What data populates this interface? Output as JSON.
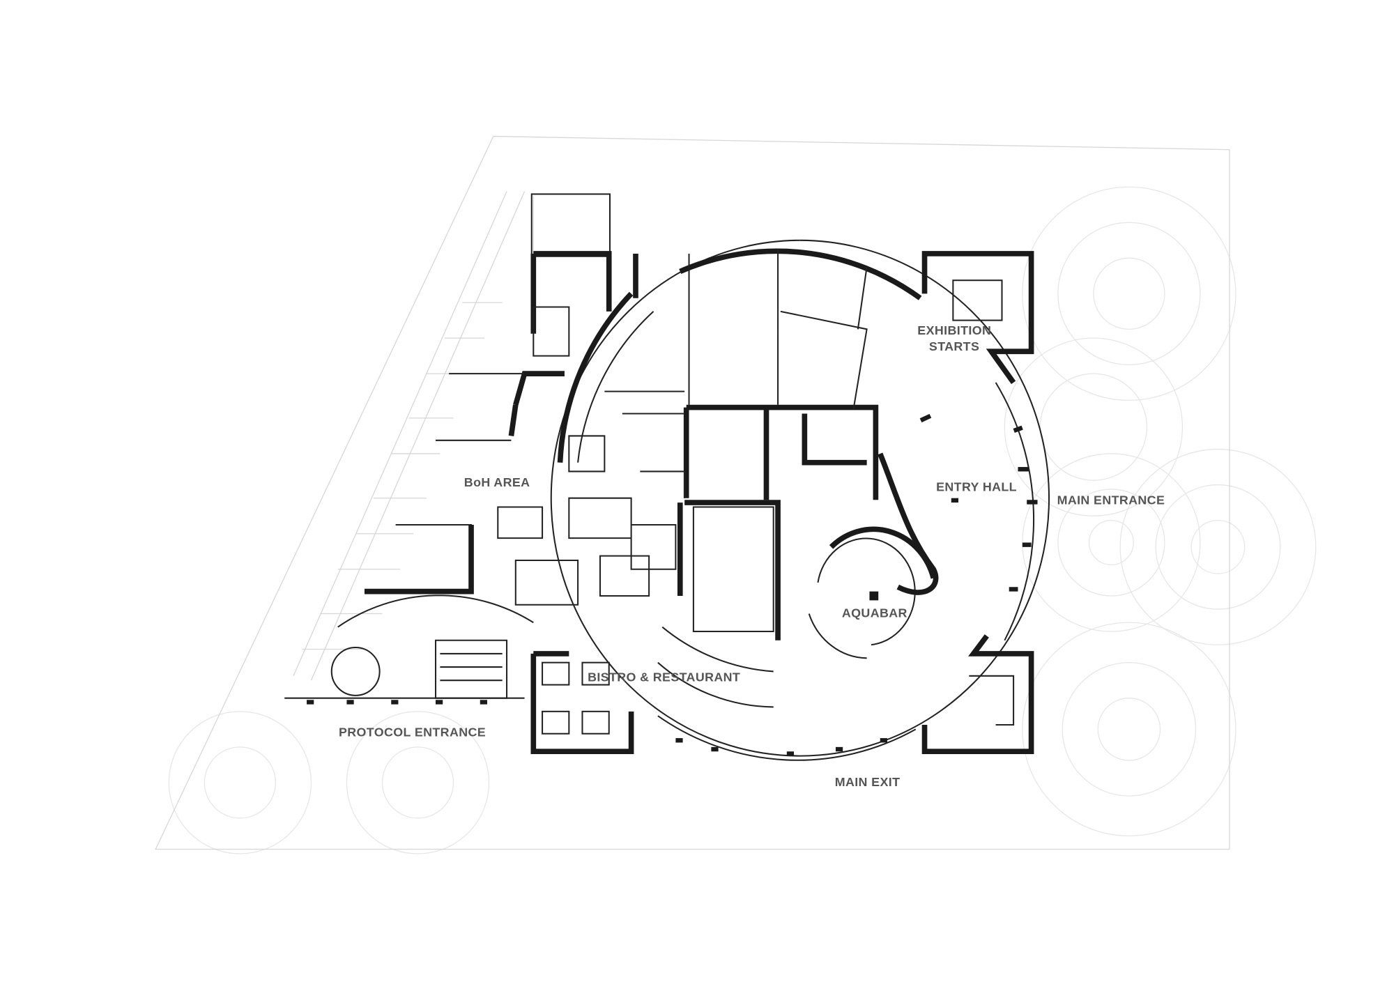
{
  "plan": {
    "labels": {
      "exhibition_starts_line1": "EXHIBITION",
      "exhibition_starts_line2": "STARTS",
      "entry_hall": "ENTRY HALL",
      "main_entrance": "MAIN ENTRANCE",
      "boh_area": "BoH AREA",
      "aquabar": "AQUABAR",
      "bistro_restaurant": "BISTRO & RESTAURANT",
      "protocol_entrance": "PROTOCOL ENTRANCE",
      "main_exit": "MAIN EXIT"
    },
    "colors": {
      "wall": "#1a1a1a",
      "label": "#555555",
      "landscape": "#d6d6d6"
    }
  }
}
